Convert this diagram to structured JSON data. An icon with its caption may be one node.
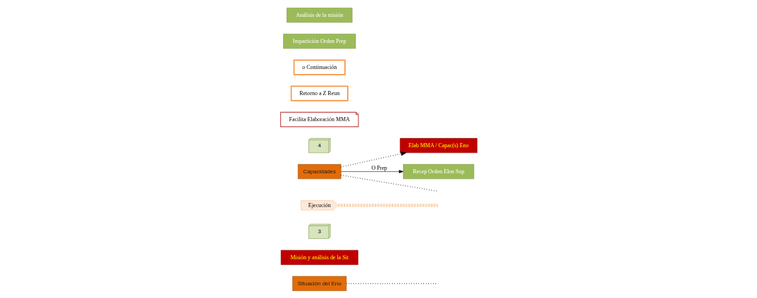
{
  "diagram": {
    "nodes": [
      {
        "text": [
          "Situación del Eno"
        ]
      },
      {
        "text": [
          "Misión y análisis de la Sit"
        ]
      },
      {
        "text": [
          "3"
        ]
      },
      {
        "text": [
          "Ejecución"
        ]
      },
      {
        "text": [
          "Capacidades"
        ]
      },
      {
        "text": [
          "Elab MMA / Capac(s) Eno"
        ]
      },
      {
        "text": [
          "4"
        ]
      },
      {
        "text": [
          "Facilita Elaboración MMA"
        ]
      },
      {
        "text": [
          "Retorno a Z Reun"
        ]
      },
      {
        "text": [
          "o Continuación"
        ]
      },
      {
        "text": [
          "Recep Orden Elon Sup"
        ]
      },
      {
        "text": [
          "Impartición Orden Prep"
        ]
      },
      {
        "text": [
          "Análisis de la misión"
        ]
      }
    ],
    "edges": [
      {
        "from": 0,
        "to": null,
        "arrow": "none",
        "style": "dashed"
      },
      {
        "from": 4,
        "to": 5,
        "arrow": "to",
        "style": "dashed"
      },
      {
        "from": 4,
        "to": null,
        "arrow": "none",
        "style": "dashed"
      },
      {
        "from": 4,
        "to": 10,
        "arrow": "to",
        "label": "O Prep"
      },
      {
        "from": 3,
        "to": null,
        "arrow": "none",
        "style": "dashed",
        "color": "#fbd5b5"
      }
    ]
  }
}
